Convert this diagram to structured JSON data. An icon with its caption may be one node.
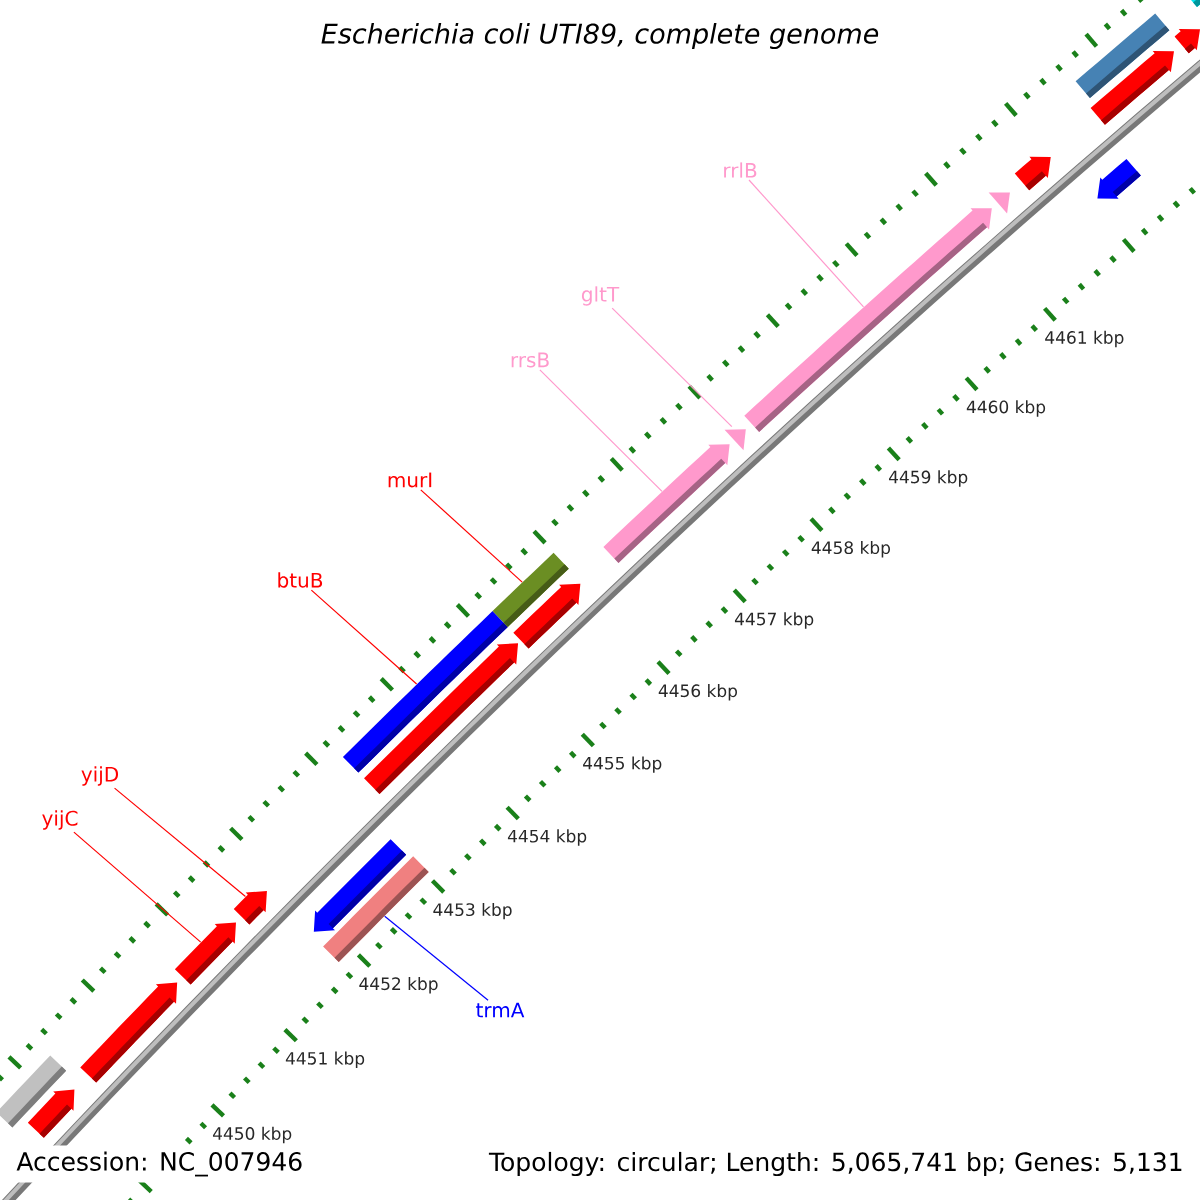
{
  "diagram": {
    "title": "Escherichia coli UTI89, complete genome",
    "nodes": [
      {
        "text": [
          "rrlB"
        ]
      },
      {
        "text": [
          "gltT"
        ]
      },
      {
        "text": [
          "rrsB"
        ]
      },
      {
        "text": [
          "murI"
        ]
      },
      {
        "text": [
          "btuB"
        ]
      },
      {
        "text": [
          "yijD"
        ]
      },
      {
        "text": [
          "yijC"
        ]
      },
      {
        "text": [
          "trmA"
        ]
      },
      {
        "text": [],
        "shape": "box"
      },
      {
        "text": [],
        "shape": "arrow"
      },
      {
        "text": [],
        "shape": "arrow"
      },
      {
        "text": [],
        "shape": "arrow"
      },
      {
        "text": [],
        "shape": "arrow"
      },
      {
        "text": [],
        "shape": "box"
      },
      {
        "text": [],
        "shape": "arrow"
      },
      {
        "text": [],
        "shape": "box"
      },
      {
        "text": [],
        "shape": "arrow"
      },
      {
        "text": [],
        "shape": "box"
      },
      {
        "text": [],
        "shape": "arrow"
      },
      {
        "text": [],
        "shape": "arrow"
      },
      {
        "text": [],
        "shape": "arrow"
      },
      {
        "text": [],
        "shape": "arrow"
      },
      {
        "text": [],
        "shape": "arrow"
      },
      {
        "text": [],
        "shape": "arrow"
      },
      {
        "text": [],
        "shape": "arrow"
      },
      {
        "text": [],
        "shape": "arrow"
      },
      {
        "text": [],
        "shape": "box"
      },
      {
        "text": [],
        "shape": "arrow"
      },
      {
        "text": [],
        "shape": "box"
      }
    ],
    "edges": [
      {
        "from": 0,
        "to": 21,
        "arrow": "none",
        "color": "#ff99cc"
      },
      {
        "from": 1,
        "to": 20,
        "arrow": "none",
        "color": "#ff99cc"
      },
      {
        "from": 2,
        "to": 19,
        "arrow": "none",
        "color": "#ff99cc"
      },
      {
        "from": 3,
        "to": 17,
        "arrow": "none"
      },
      {
        "from": 4,
        "to": 15,
        "arrow": "none"
      },
      {
        "from": 5,
        "to": 12,
        "arrow": "none"
      },
      {
        "from": 6,
        "to": 11,
        "arrow": "none"
      },
      {
        "from": 7,
        "to": 13,
        "arrow": "none",
        "color": "#0000ff"
      }
    ],
    "labels": [
      "4461 kbp",
      "4460 kbp",
      "4459 kbp",
      "4458 kbp",
      "4457 kbp",
      "4456 kbp",
      "4455 kbp",
      "4454 kbp",
      "4453 kbp",
      "4452 kbp",
      "4451 kbp",
      "4450 kbp",
      "Accession: NC_007946",
      "Topology: circular; Length: 5,065,741 bp; Genes: 5,131"
    ]
  }
}
